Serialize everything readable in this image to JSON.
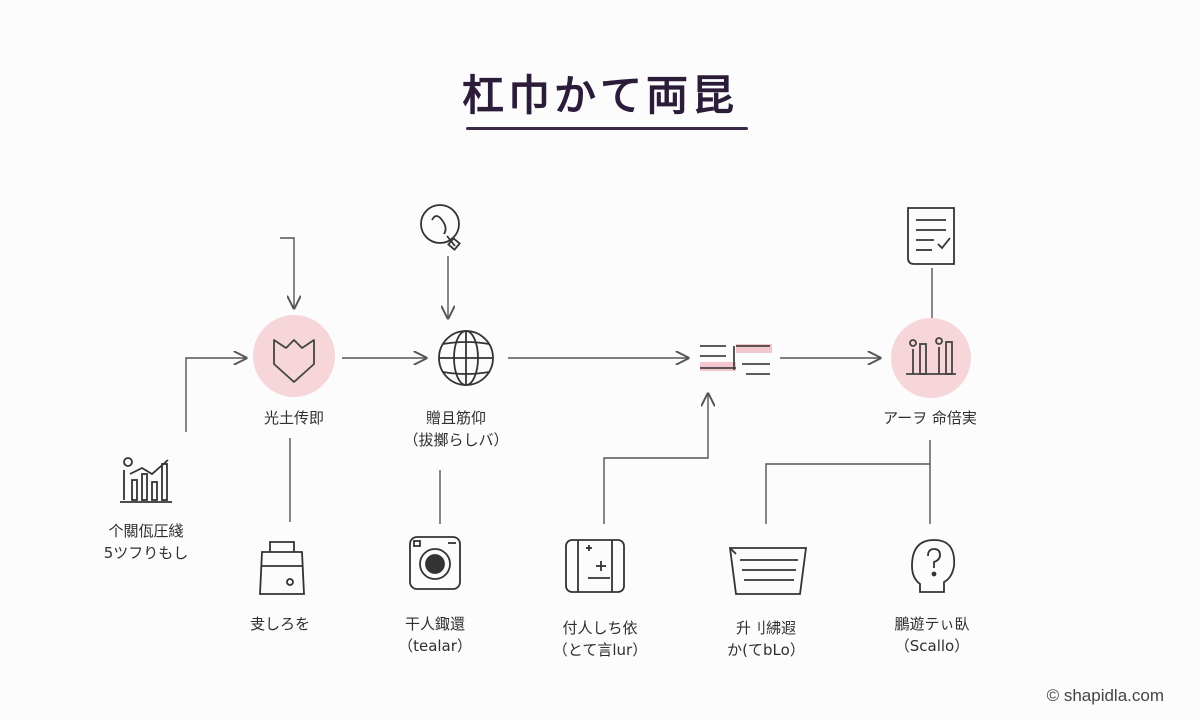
{
  "title": "杠巾かて両昆",
  "nodes": {
    "n1": {
      "icon": "shield-icon",
      "line1": "光土传即"
    },
    "n2": {
      "icon": "globe-icon",
      "line1": "贈且筋仰",
      "line2": "（拔擲らしバ）"
    },
    "n3": {
      "icon": "lines-icon"
    },
    "n4": {
      "icon": "people-chart-icon",
      "line1": "アーヲ 命倍実"
    },
    "src_chart": {
      "icon": "bar-chart-icon",
      "line1": "个關佤圧綫",
      "line2": "5ツフりもし"
    },
    "src_bulb": {
      "icon": "lightbulb-icon"
    },
    "doc": {
      "icon": "document-check-icon"
    },
    "bag": {
      "icon": "bag-icon",
      "line1": "叏しろを"
    },
    "camera": {
      "icon": "camera-icon",
      "line1": "干人鋷還",
      "line2": "（tealar）"
    },
    "calc": {
      "icon": "calculator-icon",
      "line1": "付人しち依",
      "line2": "（とて言lur）"
    },
    "book": {
      "icon": "book-icon",
      "line1": "升刂紼遐",
      "line2": "か(てbLo）"
    },
    "help": {
      "icon": "question-head-icon",
      "line1": "鵬遊テぃ臥",
      "line2": "（Scallo）"
    }
  },
  "footer": "© shapidla.com",
  "colors": {
    "accent_pink": "#f7d6d9",
    "line": "#555555",
    "title": "#2b1c3a"
  }
}
